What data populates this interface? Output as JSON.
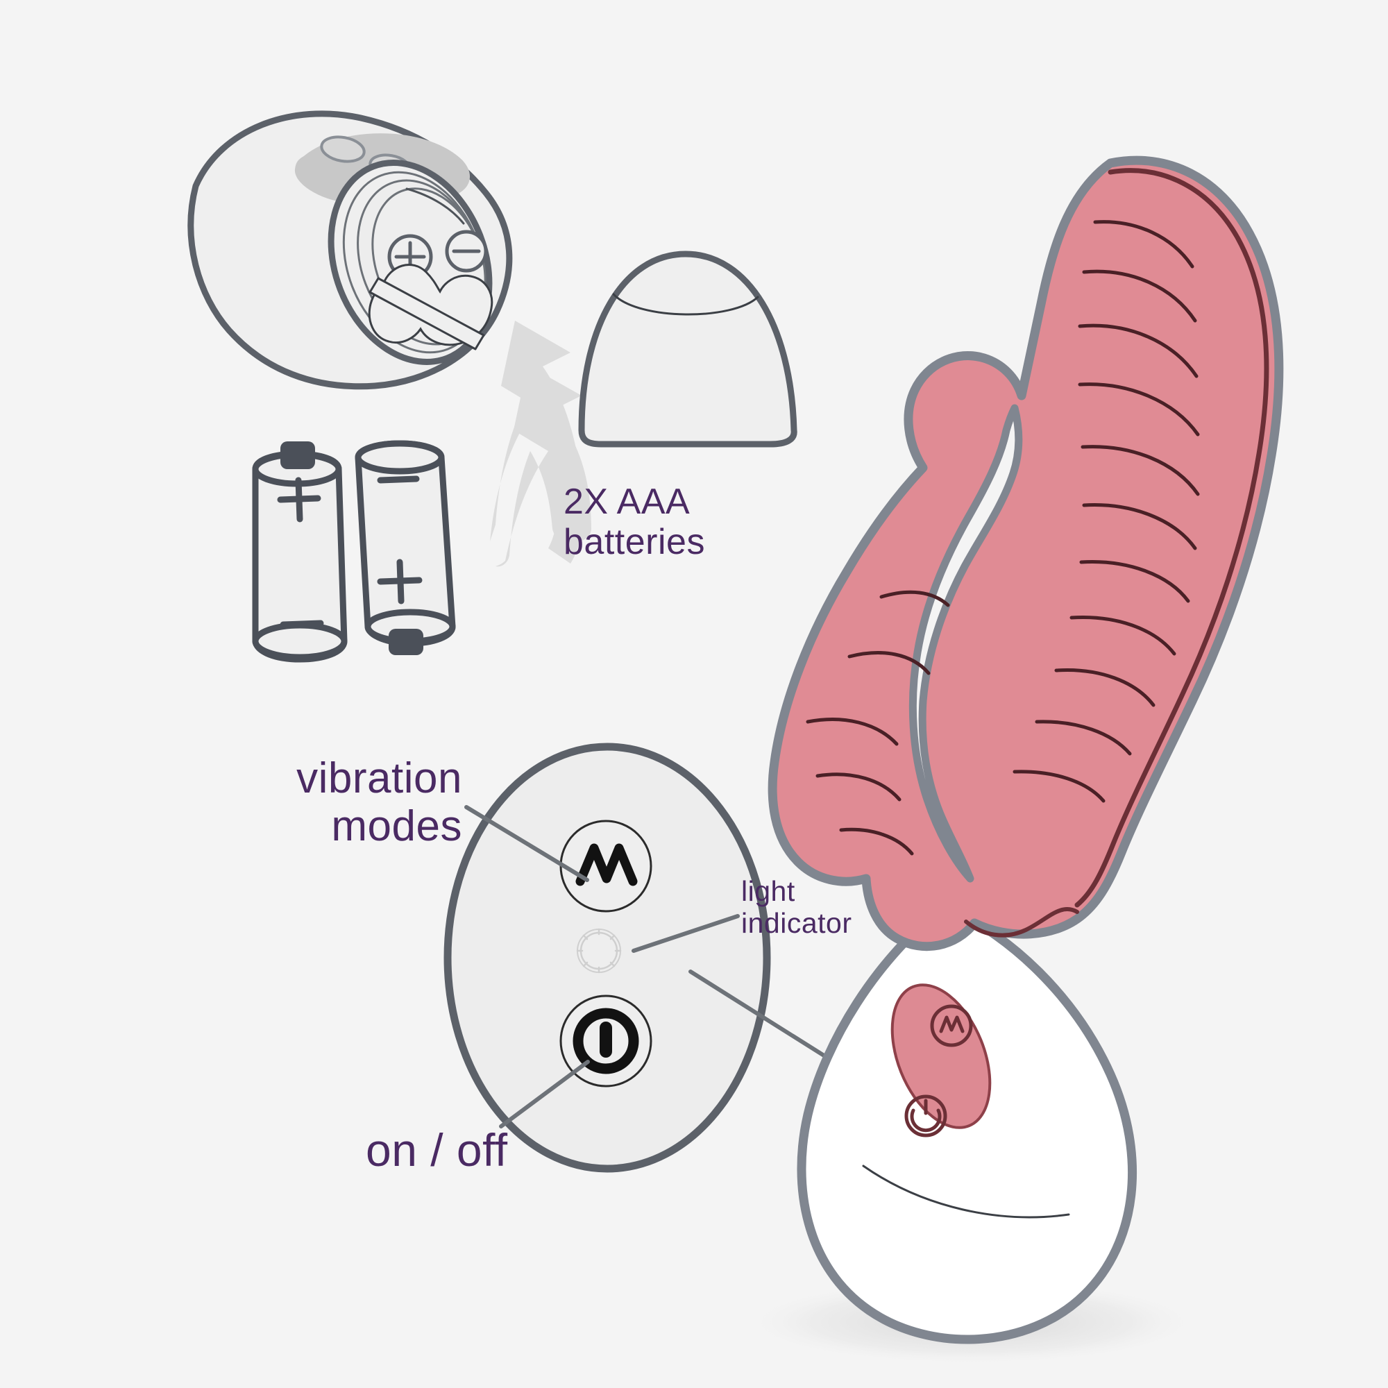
{
  "page": {
    "title": "Rabbit vibrator product instruction diagram",
    "background_color": "#f4f4f4"
  },
  "colors": {
    "background": "#f4f4f4",
    "label_text": "#4a2a63",
    "outline_gray": "#5c6169",
    "device_body_fill": "#efefef",
    "silicone_pink": "#e08b94",
    "silicone_pink_shadow": "#d77f89",
    "silicone_contour_line": "#6b2f36",
    "button_pad_pink": "#dd8a93",
    "arrow_gray": "#dcdcdc",
    "icon_black": "#121212",
    "handle_white": "#ffffff"
  },
  "labels": {
    "batteries": "2X AAA\nbatteries",
    "vibration_modes": "vibration\nmodes",
    "light_indicator": "light\nindicator",
    "on_off": "on / off"
  },
  "battery_compartment": {
    "name": "battery compartment",
    "terminal_plus": "+",
    "terminal_minus": "−",
    "cap_name": "battery cap"
  },
  "batteries": [
    {
      "name": "battery-front",
      "positive_marking": "+",
      "negative_marking": "−"
    },
    {
      "name": "battery-back",
      "positive_marking": "+",
      "negative_marking": "−"
    }
  ],
  "control_panel": {
    "name": "control panel",
    "buttons": [
      {
        "id": "vibration-modes",
        "icon": "wave-m-icon",
        "label": "vibration modes"
      },
      {
        "id": "on-off",
        "icon": "power-icon",
        "label": "on / off"
      }
    ],
    "indicator": {
      "id": "light-indicator",
      "icon": "light-starburst-icon",
      "label": "light indicator"
    }
  },
  "device": {
    "name": "rabbit vibrator",
    "shaft": "ribbed pink silicone shaft",
    "arm": "clitoral stimulator arm",
    "handle": "white handle",
    "handle_buttons": [
      {
        "id": "handle-mode-button",
        "icon": "wave-m-icon"
      },
      {
        "id": "handle-power-button",
        "icon": "power-icon"
      }
    ]
  },
  "arrow": {
    "name": "insert-batteries-arrow",
    "direction": "up-left"
  }
}
